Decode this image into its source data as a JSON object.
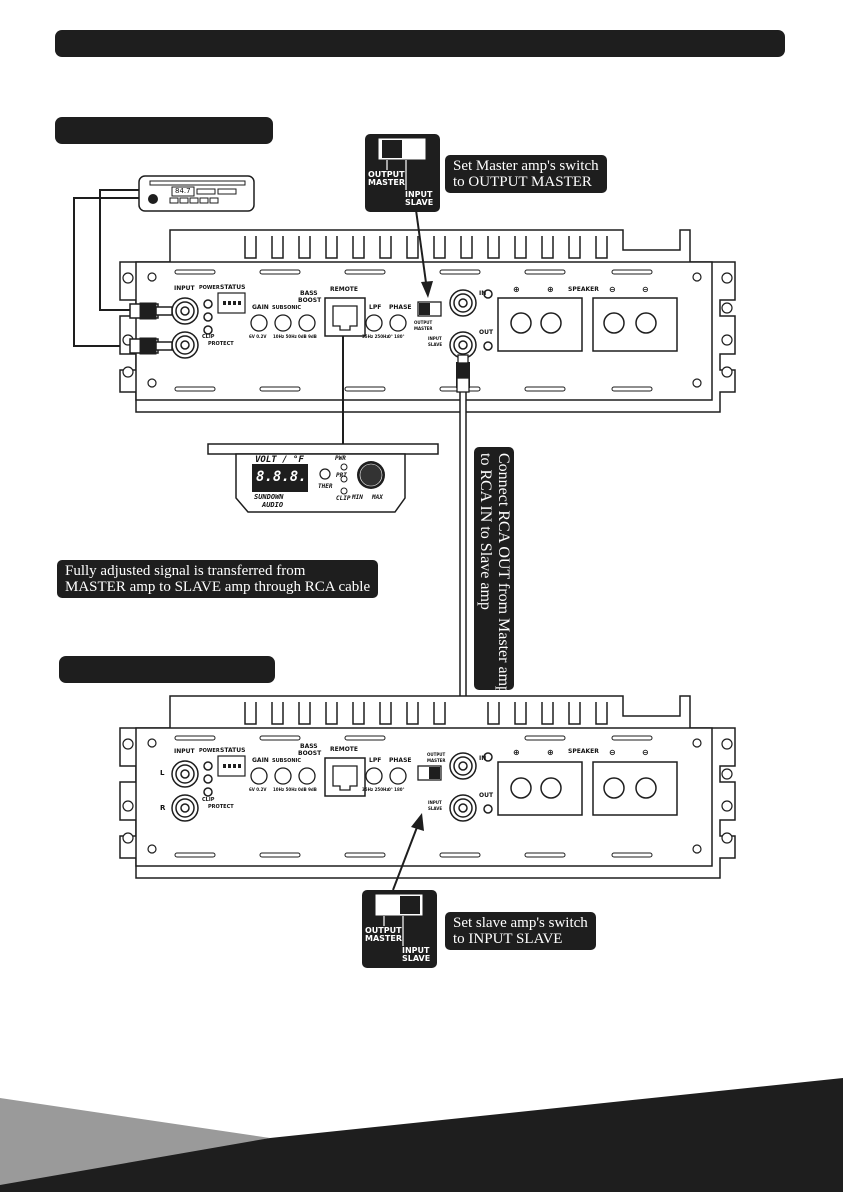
{
  "header": {
    "title": ""
  },
  "sections": {
    "master_bar": "",
    "slave_bar": ""
  },
  "head_unit": {
    "display": "84.7"
  },
  "master_switch": {
    "output_label_1": "OUTPUT",
    "output_label_2": "MASTER",
    "input_label_1": "INPUT",
    "input_label_2": "SLAVE",
    "note_line1": "Set Master amp's switch",
    "note_line2": "to OUTPUT MASTER"
  },
  "slave_switch": {
    "output_label_1": "OUTPUT",
    "output_label_2": "MASTER",
    "input_label_1": "INPUT",
    "input_label_2": "SLAVE",
    "note_line1": "Set slave amp's switch",
    "note_line2": "to INPUT SLAVE"
  },
  "rca_note": {
    "line1": "Connect RCA OUT from Master amp",
    "line2": "to RCA IN to Slave amp"
  },
  "signal_note": {
    "line1": "Fully adjusted signal is transferred from",
    "line2": "MASTER amp to SLAVE amp through RCA cable"
  },
  "amp": {
    "input": "INPUT",
    "power": "POWER",
    "clip": "CLIP",
    "protect": "PROTECT",
    "status": "STATUS",
    "gain": "GAIN",
    "subsonic": "SUBSONIC",
    "bass_boost_1": "BASS",
    "bass_boost_2": "BOOST",
    "remote": "REMOTE",
    "lpf": "LPF",
    "phase": "PHASE",
    "in": "IN",
    "out": "OUT",
    "speaker": "SPEAKER",
    "scale_gain": "6V 0.2V",
    "scale_sub": "10Hz 50Hz",
    "scale_boost": "0dB 9dB",
    "scale_lpf": "35Hz 250Hz",
    "scale_phase": "0° 180°",
    "sw_output": "OUTPUT",
    "sw_master": "MASTER",
    "sw_input": "INPUT",
    "sw_slave": "SLAVE",
    "ch_l": "L",
    "ch_r": "R",
    "plus": "⊕",
    "minus": "⊖"
  },
  "remote": {
    "title": "VOLT / °F",
    "digits": "8.8.8.",
    "pwr": "PWR",
    "prt": "PRT",
    "ther": "THER",
    "clip": "CLIP",
    "min": "MIN",
    "max": "MAX",
    "brand_1": "SUNDOWN",
    "brand_2": "AUDIO"
  },
  "colors": {
    "dark": "#1e1e1e",
    "grey_wedge": "#9a9a9a"
  }
}
